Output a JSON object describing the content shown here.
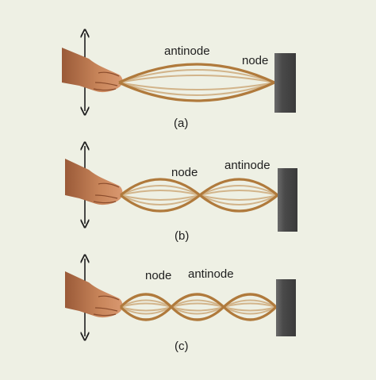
{
  "panels": [
    {
      "caption": "(a)",
      "labels": {
        "antinode": "antinode",
        "node": "node"
      },
      "loops": 1
    },
    {
      "caption": "(b)",
      "labels": {
        "node": "node",
        "antinode": "antinode"
      },
      "loops": 2
    },
    {
      "caption": "(c)",
      "labels": {
        "node": "node",
        "antinode": "antinode"
      },
      "loops": 3
    }
  ],
  "colors": {
    "background": "#eef0e4",
    "rope": "#b07a3c",
    "rope_faint": "#d2b48a",
    "wall": "#4a4a4a",
    "skin": "#c8855a",
    "arrow": "#1e1e1e"
  }
}
